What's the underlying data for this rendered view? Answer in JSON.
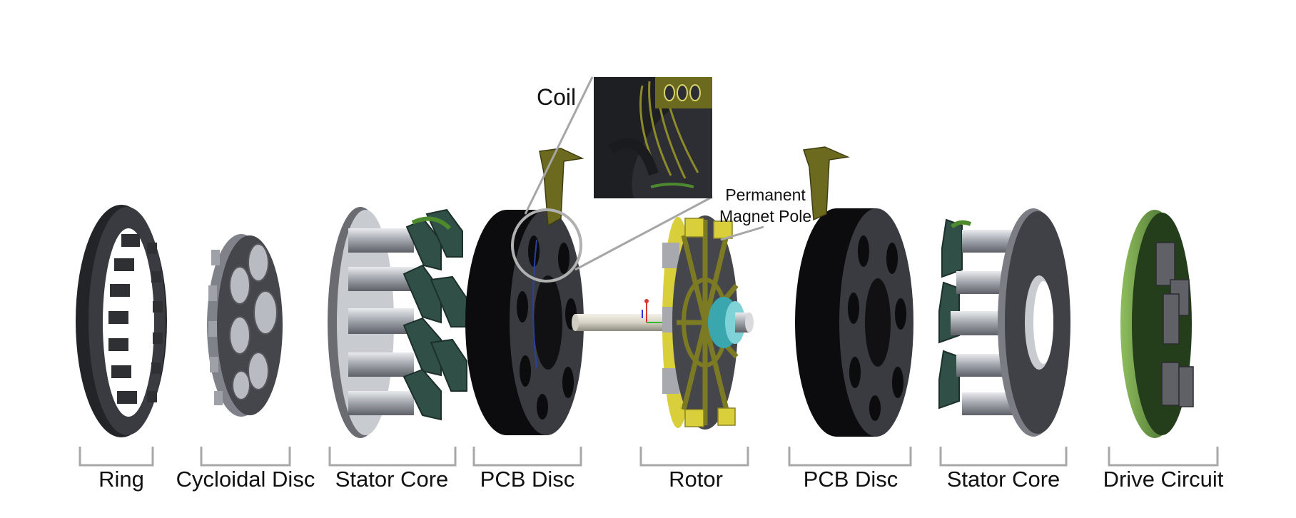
{
  "callouts": {
    "coil": "Coil",
    "pm_line1": "Permanent",
    "pm_line2": "Magnet Pole"
  },
  "components": [
    {
      "id": "ring",
      "label": "Ring"
    },
    {
      "id": "cycloidal-disc",
      "label": "Cycloidal Disc"
    },
    {
      "id": "stator-core-left",
      "label": "Stator Core"
    },
    {
      "id": "pcb-disc-left",
      "label": "PCB Disc"
    },
    {
      "id": "rotor",
      "label": "Rotor"
    },
    {
      "id": "pcb-disc-right",
      "label": "PCB Disc"
    },
    {
      "id": "stator-core-right",
      "label": "Stator Core"
    },
    {
      "id": "drive-circuit",
      "label": "Drive Circuit"
    }
  ],
  "colors": {
    "dark_part": "#2e2f33",
    "steel": "#b9bcc2",
    "coil_yellow": "#6b6a1e",
    "magnet_yellow": "#d9cf3a",
    "teal": "#3aa6ad",
    "pcb_green": "#3f6a2a",
    "bracket": "#a8a8a8"
  }
}
